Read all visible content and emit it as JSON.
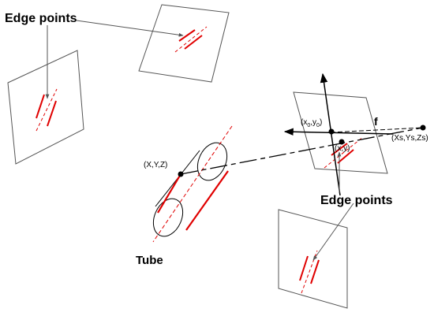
{
  "labels": {
    "edge_points_top": "Edge points",
    "edge_points_right": "Edge points",
    "tube": "Tube",
    "world_point": "(X,Y,Z)",
    "image_point": "(x,y)",
    "principal_point_x": "(x",
    "principal_point_sub0": "0",
    "principal_point_mid": ",y",
    "principal_point_sub1": "0",
    "principal_point_close": ")",
    "camera_center": "(Xs,Ys,Zs)",
    "focal_length": "f"
  },
  "colors": {
    "line": "#000000",
    "frame": "#555555",
    "edge": "#e00000"
  }
}
